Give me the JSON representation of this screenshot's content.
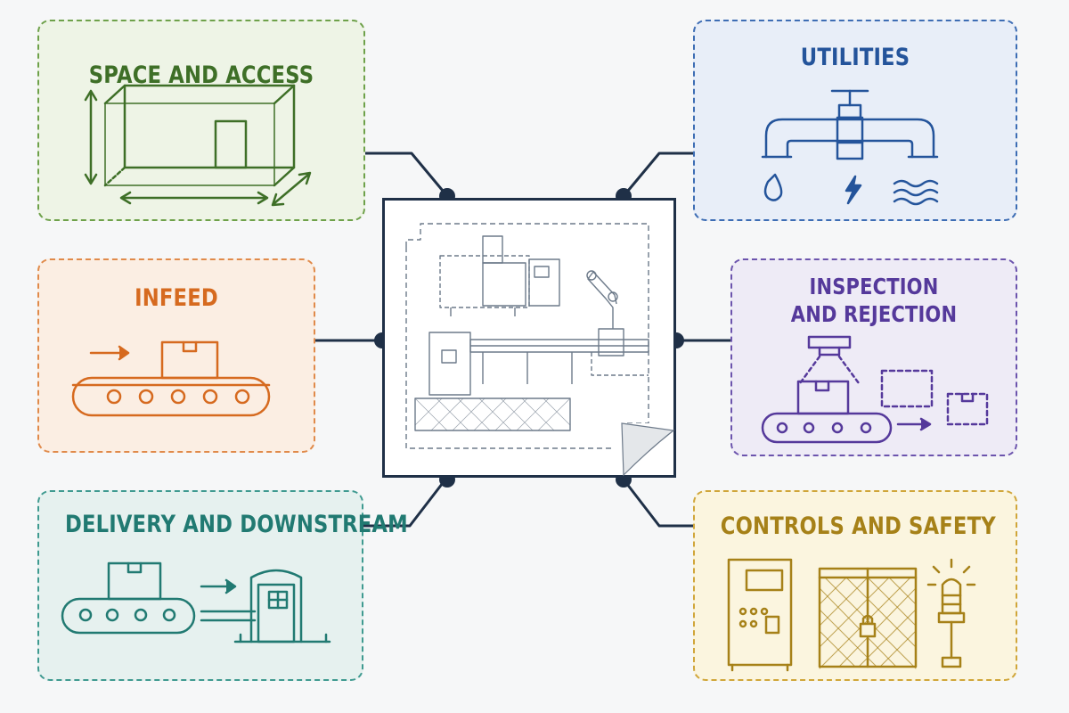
{
  "panels": {
    "space_access": {
      "title": "SPACE AND ACCESS",
      "color": "#3e6f27"
    },
    "infeed": {
      "title": "INFEED",
      "color": "#d66a1f"
    },
    "delivery": {
      "title": "DELIVERY AND DOWNSTREAM",
      "color": "#217a72"
    },
    "utilities": {
      "title": "UTILITIES",
      "color": "#24549b"
    },
    "inspection": {
      "title": "INSPECTION AND REJECTION",
      "color": "#55399b"
    },
    "controls": {
      "title": "CONTROLS AND SAFETY",
      "color": "#a68118"
    }
  },
  "center": {
    "icon": "machine-layout-blueprint-icon",
    "color": "#1f3047"
  },
  "connector_color": "#1f3047"
}
